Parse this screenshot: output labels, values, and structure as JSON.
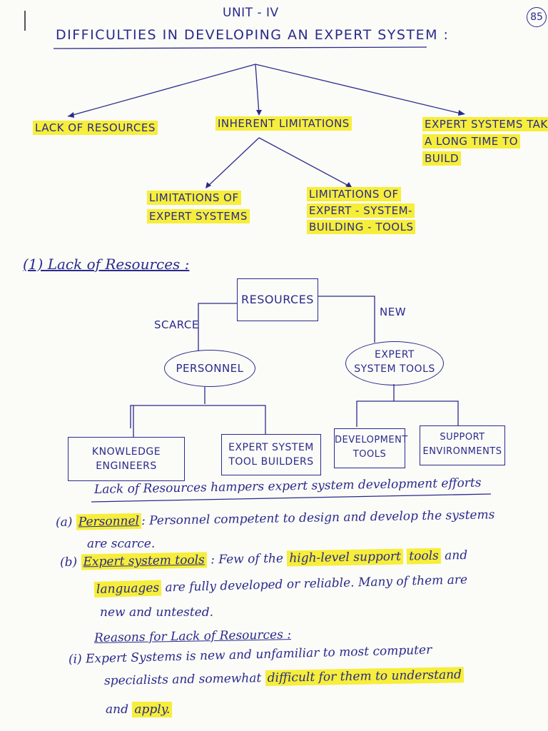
{
  "header": {
    "unit": "UNIT - IV",
    "page_number": "85",
    "title": "DIFFICULTIES IN DEVELOPING AN EXPERT SYSTEM :"
  },
  "top_tree": {
    "branch_1": "LACK OF RESOURCES",
    "branch_2": "INHERENT LIMITATIONS",
    "branch_3_line1": "EXPERT SYSTEMS TAK",
    "branch_3_line2": "A LONG TIME TO",
    "branch_3_line3": "BUILD",
    "sub_1_line1": "LIMITATIONS OF",
    "sub_1_line2": "EXPERT SYSTEMS",
    "sub_2_line1": "LIMITATIONS OF",
    "sub_2_line2": "EXPERT - SYSTEM-",
    "sub_2_line3": "BUILDING - TOOLS"
  },
  "section_1": {
    "heading": "(1) Lack of Resources :"
  },
  "resources_diagram": {
    "root": "RESOURCES",
    "edge_left": "SCARCE",
    "edge_right": "NEW",
    "node_left": "PERSONNEL",
    "node_right_line1": "EXPERT",
    "node_right_line2": "SYSTEM TOOLS",
    "leaf_1_line1": "KNOWLEDGE",
    "leaf_1_line2": "ENGINEERS",
    "leaf_2_line1": "EXPERT SYSTEM",
    "leaf_2_line2": "TOOL BUILDERS",
    "leaf_3_line1": "DEVELOPMENT",
    "leaf_3_line2": "TOOLS",
    "leaf_4_line1": "SUPPORT",
    "leaf_4_line2": "ENVIRONMENTS"
  },
  "notes": {
    "summary": "Lack of Resources hampers expert system development efforts",
    "a_label": "(a)",
    "a_term": "Personnel",
    "a_text_1": ": Personnel competent to design and develop the systems",
    "a_text_2": "are scarce.",
    "b_label": "(b)",
    "b_term": "Expert system tools",
    "b_text_1a": ": Few of the",
    "b_hl_1": "high-level support",
    "b_hl_2": "tools",
    "b_text_1b": "and",
    "b_hl_3": "languages",
    "b_text_2": "are fully developed or reliable. Many of them are",
    "b_text_3": "new and untested.",
    "reasons_heading": "Reasons for Lack of Resources :",
    "r1_label": "(i)",
    "r1_text_1": "Expert Systems is new and unfamiliar to most computer",
    "r1_text_2a": "specialists and somewhat",
    "r1_hl": "difficult for them to understand",
    "r1_text_3a": "and",
    "r1_hl_2": "apply."
  }
}
